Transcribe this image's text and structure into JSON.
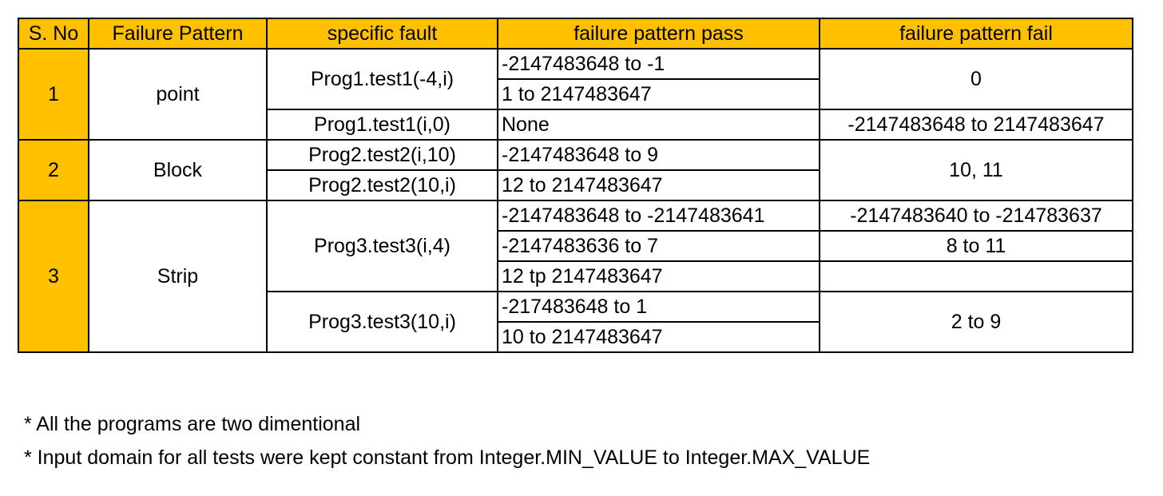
{
  "table": {
    "headers": [
      "S. No",
      "Failure Pattern",
      "specific fault",
      "failure pattern pass",
      "failure pattern fail"
    ],
    "groups": [
      {
        "sno": "1",
        "pattern": "point",
        "faults": [
          {
            "name": "Prog1.test1(-4,i)",
            "pass": [
              "-2147483648 to -1",
              "1 to 2147483647"
            ],
            "fail": "0"
          },
          {
            "name": "Prog1.test1(i,0)",
            "pass": [
              "None"
            ],
            "fail": "-2147483648 to 2147483647"
          }
        ]
      },
      {
        "sno": "2",
        "pattern": "Block",
        "faults": [
          {
            "name": "Prog2.test2(i,10)",
            "pass": "-2147483648 to 9"
          },
          {
            "name": "Prog2.test2(10,i)",
            "pass": "12 to 2147483647"
          }
        ],
        "fail": "10, 11"
      },
      {
        "sno": "3",
        "pattern": "Strip",
        "faults": [
          {
            "name": "Prog3.test3(i,4)",
            "pass": [
              "-2147483648 to -2147483641",
              "-2147483636 to 7",
              "12 tp 2147483647"
            ],
            "fail": [
              "-2147483640 to -214783637",
              "8 to 11",
              ""
            ]
          },
          {
            "name": "Prog3.test3(10,i)",
            "pass": [
              "-217483648 to 1",
              "10 to 2147483647"
            ],
            "fail": "2 to 9"
          }
        ]
      }
    ]
  },
  "notes": [
    "* All the programs are two dimentional",
    "* Input domain for all tests were kept constant from Integer.MIN_VALUE to Integer.MAX_VALUE"
  ],
  "colors": {
    "header_bg": "#FFC000",
    "border": "#000000"
  }
}
